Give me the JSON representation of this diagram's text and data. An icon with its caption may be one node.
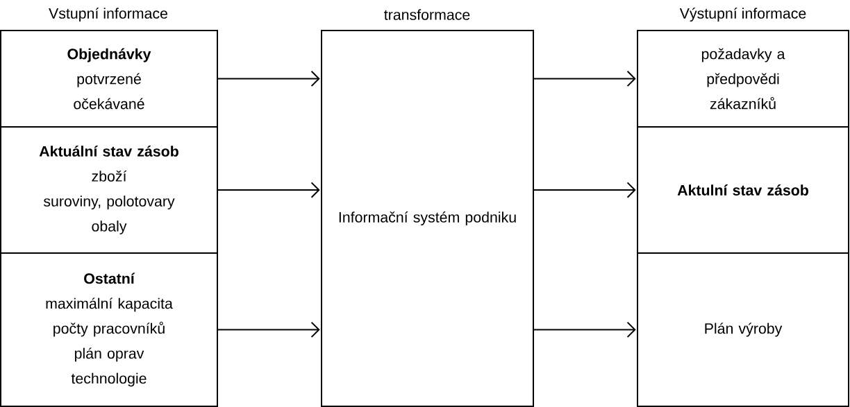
{
  "diagram": {
    "nodes": [
      {
        "text": [
          "Objednávky",
          "potvrzené",
          "očekávané"
        ]
      },
      {
        "text": [
          "Aktuální stav zásob",
          "zboží",
          "suroviny, polotovary",
          "obaly"
        ]
      },
      {
        "text": [
          "Ostatní",
          "maximální kapacita",
          "počty pracovníků",
          "plán oprav",
          "technologie"
        ]
      },
      {
        "text": [
          "Informační systém podniku"
        ]
      },
      {
        "text": [
          "požadavky a předpovědi zákazníků"
        ]
      },
      {
        "text": [
          "Aktulní stav zásob"
        ]
      },
      {
        "text": [
          "Plán výroby"
        ]
      }
    ],
    "edges": [
      {
        "from": 0,
        "to": 3,
        "arrow": "to"
      },
      {
        "from": 1,
        "to": 3,
        "arrow": "to"
      },
      {
        "from": 2,
        "to": 3,
        "arrow": "to"
      },
      {
        "from": 3,
        "to": 4,
        "arrow": "to"
      },
      {
        "from": 3,
        "to": 5,
        "arrow": "to"
      },
      {
        "from": 3,
        "to": 6,
        "arrow": "to"
      }
    ],
    "labels": [
      "Vstupní informace",
      "transformace",
      "Výstupní informace"
    ]
  }
}
